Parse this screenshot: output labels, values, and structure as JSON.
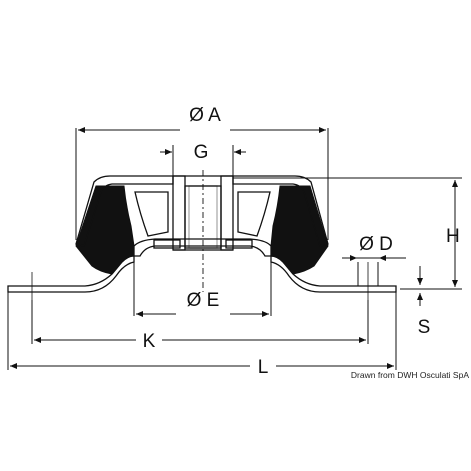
{
  "diagram": {
    "dimension_labels": {
      "A": "Ø A",
      "G": "G",
      "H": "H",
      "D": "Ø D",
      "E": "Ø E",
      "K": "K",
      "S": "S",
      "L": "L"
    },
    "credit": "Drawn from DWH Osculati SpA"
  },
  "colors": {
    "ink": "#111111",
    "rubber": "#111111",
    "metal_hatch": "#777777",
    "background": "#ffffff"
  }
}
